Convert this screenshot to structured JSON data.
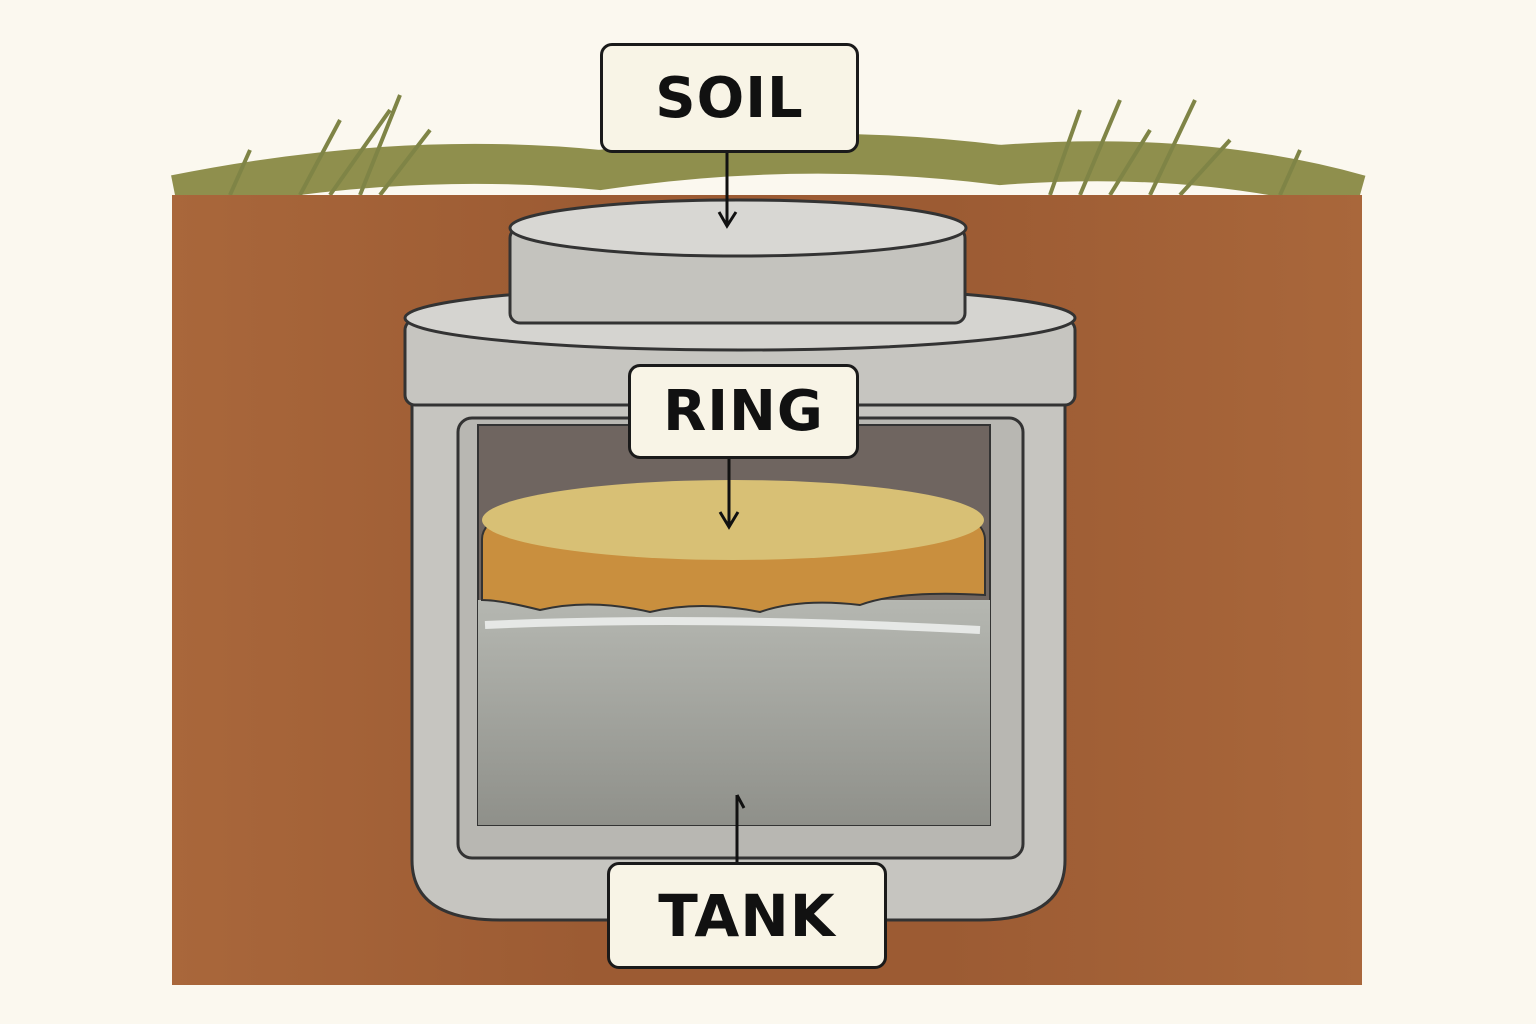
{
  "labels": {
    "soil": "SOIL",
    "ring": "RING",
    "tank": "TANK"
  },
  "colors": {
    "background": "#fbf8ef",
    "soil": "#a5643a",
    "grass": "#8a8a4a",
    "concrete": "#c9c8c3",
    "sand": "#d9bf72",
    "sand_edge": "#c98f3e",
    "liquid": "#9a9b95"
  }
}
